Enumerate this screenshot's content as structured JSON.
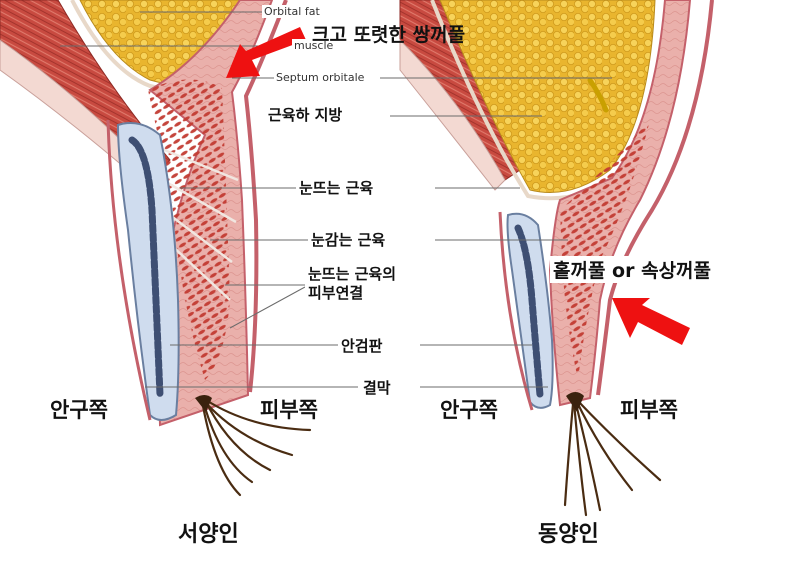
{
  "labels": {
    "orbital_fat": "Orbital fat",
    "muscle": "muscle",
    "septum": "Septum orbitale",
    "sub_muscle_fat": "근육하 지방",
    "levator": "눈뜨는 근육",
    "orbicularis": "눈감는 근육",
    "levator_skin_line1": "눈뜨는 근육의",
    "levator_skin_line2": "피부연결",
    "tarsus": "안검판",
    "conjunctiva": "결막"
  },
  "callouts": {
    "western_fold": "크고 또렷한 쌍꺼풀",
    "eastern_fold": "홑꺼풀 or 속상꺼풀"
  },
  "left": {
    "title": "서양인",
    "eye_side": "안구쪽",
    "skin_side": "피부쪽"
  },
  "right": {
    "title": "동양인",
    "eye_side": "안구쪽",
    "skin_side": "피부쪽"
  },
  "colors": {
    "skin": "#e8a9a4",
    "skin_edge": "#c4606a",
    "fat": "#f0c23c",
    "muscle": "#c0443a",
    "tarsus": "#cfdcee",
    "meibomian": "#3e4f73",
    "arrow": "#ee1111"
  }
}
